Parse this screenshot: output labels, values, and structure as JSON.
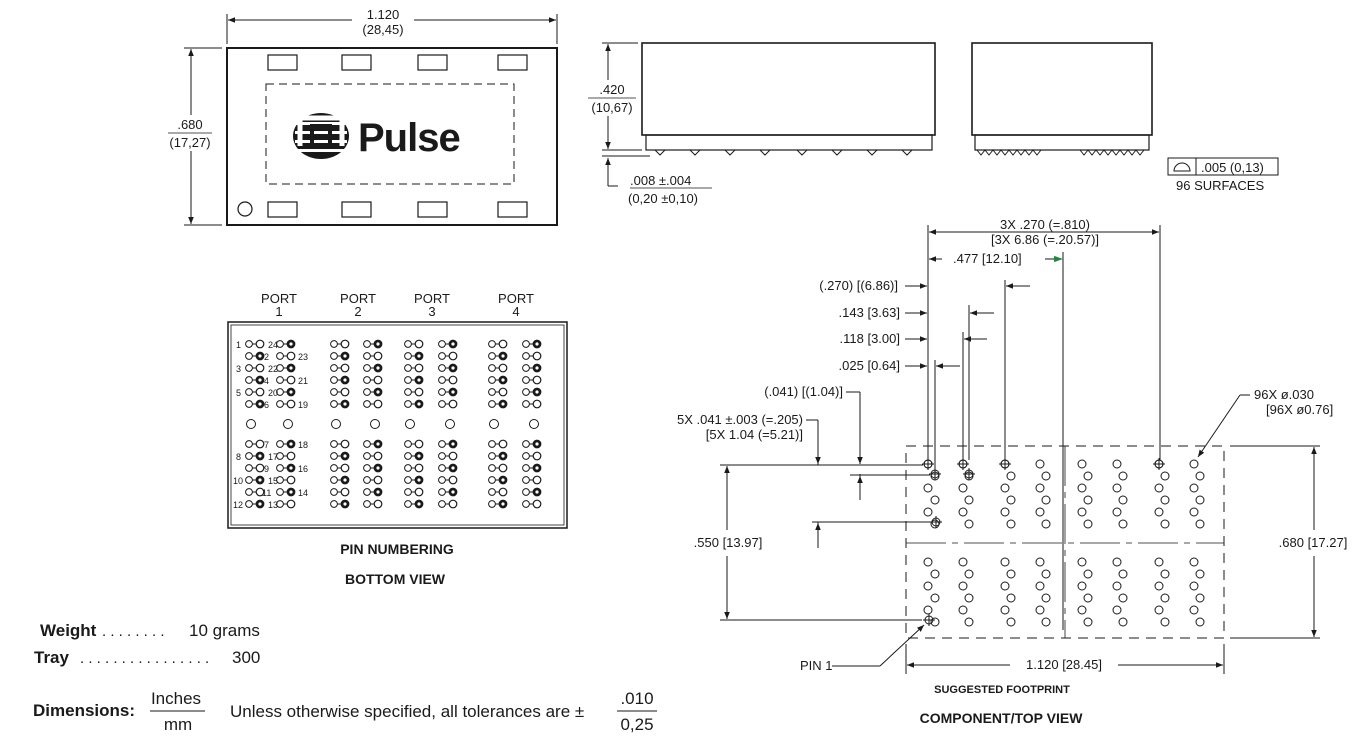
{
  "top_view": {
    "width_in": "1.120",
    "width_mm": "(28,45)",
    "height_in": ".680",
    "height_mm": "(17,27)",
    "logo_text": "Pulse"
  },
  "side_view": {
    "height_in": ".420",
    "height_mm": "(10,67)",
    "standoff_in": ".008  ±.004",
    "standoff_mm": "(0,20 ±0,10)",
    "coplanarity": ".005 (0,13)",
    "surfaces": "96 SURFACES"
  },
  "bottom_view": {
    "ports": [
      {
        "line1": "PORT",
        "line2": "1"
      },
      {
        "line1": "PORT",
        "line2": "2"
      },
      {
        "line1": "PORT",
        "line2": "3"
      },
      {
        "line1": "PORT",
        "line2": "4"
      }
    ],
    "pin_labels": [
      "1",
      "24",
      "2",
      "23",
      "3",
      "22",
      "4",
      "21",
      "5",
      "20",
      "6",
      "19",
      "7",
      "18",
      "8",
      "17",
      "9",
      "16",
      "10",
      "15",
      "11",
      "14",
      "12",
      "13"
    ],
    "caption1": "PIN NUMBERING",
    "caption2": "BOTTOM VIEW"
  },
  "footprint": {
    "pitch_line1": "3X  .270  (=.810)",
    "pitch_line2": "[3X  6.86  (=.20.57)]",
    "d477": ".477  [12.10]",
    "d270": "(.270)  [(6.86)]",
    "d143": ".143  [3.63]",
    "d118": ".118  [3.00]",
    "d025": ".025  [0.64]",
    "d041": "(.041)  [(1.04)]",
    "d5x_line1": "5X  .041  ±.003  (=.205)",
    "d5x_line2": "[5X  1.04  (=5.21)]",
    "d96x_line1": "96X  ø.030",
    "d96x_line2": "[96X  ø0.76]",
    "d550": ".550  [13.97]",
    "d680": ".680  [17.27]",
    "d1120": "1.120  [28.45]",
    "pin1": "PIN 1",
    "caption1": "SUGGESTED FOOTPRINT",
    "caption2": "COMPONENT/TOP VIEW"
  },
  "specs": {
    "weight_label": "Weight",
    "weight_dots": ". . . . . . . .",
    "weight_value": "10 grams",
    "tray_label": "Tray",
    "tray_dots": ". . . . . . . . . . . . . . . .",
    "tray_value": "300",
    "dimensions_label": "Dimensions:",
    "unit_top": "Inches",
    "unit_bottom": "mm",
    "tolerance_text": "Unless otherwise specified, all tolerances are ±",
    "tol_top": ".010",
    "tol_bottom": "0,25"
  }
}
